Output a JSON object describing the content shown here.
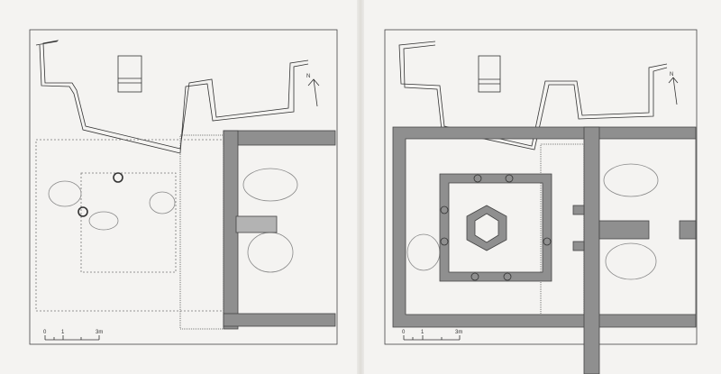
{
  "plans": [
    {
      "scale": {
        "zero": "0",
        "one": "1",
        "three": "3m"
      },
      "north": "N"
    },
    {
      "scale": {
        "zero": "0",
        "one": "1",
        "three": "3m"
      },
      "north": "N"
    }
  ],
  "colors": {
    "paper": "#f4f3f1",
    "wall": "#8f8f8f",
    "line": "#333333"
  }
}
